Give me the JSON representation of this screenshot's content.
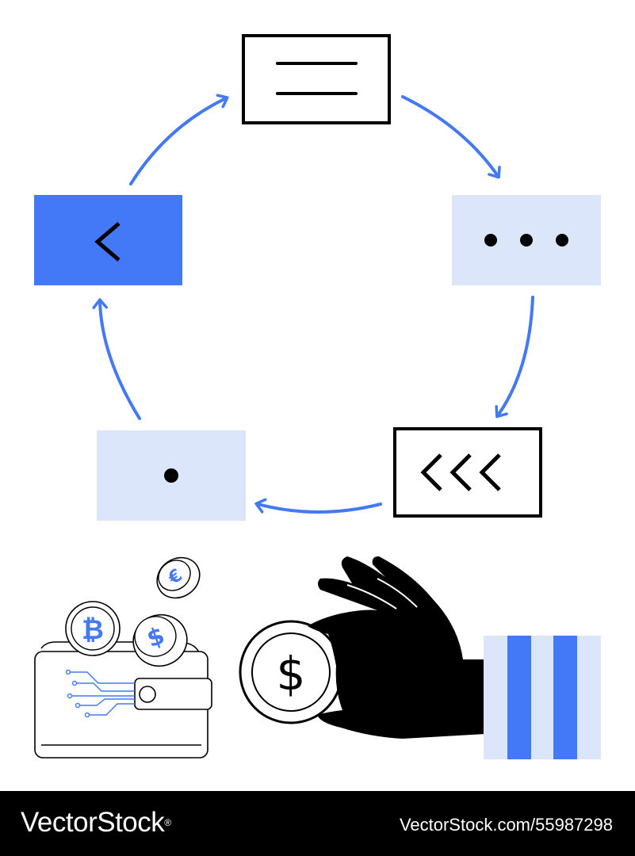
{
  "colors": {
    "accent_blue": "#4378F6",
    "light_blue": "#DCE6FA",
    "ink": "#000000",
    "paper": "#FFFFFF"
  },
  "cycle_nodes": [
    {
      "name": "lines-card",
      "icon": "menu-lines-icon"
    },
    {
      "name": "dots-card",
      "icon": "ellipsis-icon"
    },
    {
      "name": "rewind-card",
      "icon": "triple-chevron-left-icon"
    },
    {
      "name": "dot-card",
      "icon": "single-dot-icon"
    },
    {
      "name": "back-card",
      "icon": "chevron-left-icon"
    }
  ],
  "illustration": {
    "icons": [
      "wallet-icon",
      "bitcoin-coin-icon",
      "dollar-coin-icon",
      "euro-coin-icon",
      "hand-holding-coin-icon",
      "striped-sleeve-icon"
    ],
    "coin_symbols": {
      "bitcoin": "₿",
      "dollar": "$",
      "euro": "€"
    }
  },
  "footer": {
    "brand": "VectorStock",
    "brand_mark": "®",
    "stock_id": "VectorStock.com/55987298"
  }
}
